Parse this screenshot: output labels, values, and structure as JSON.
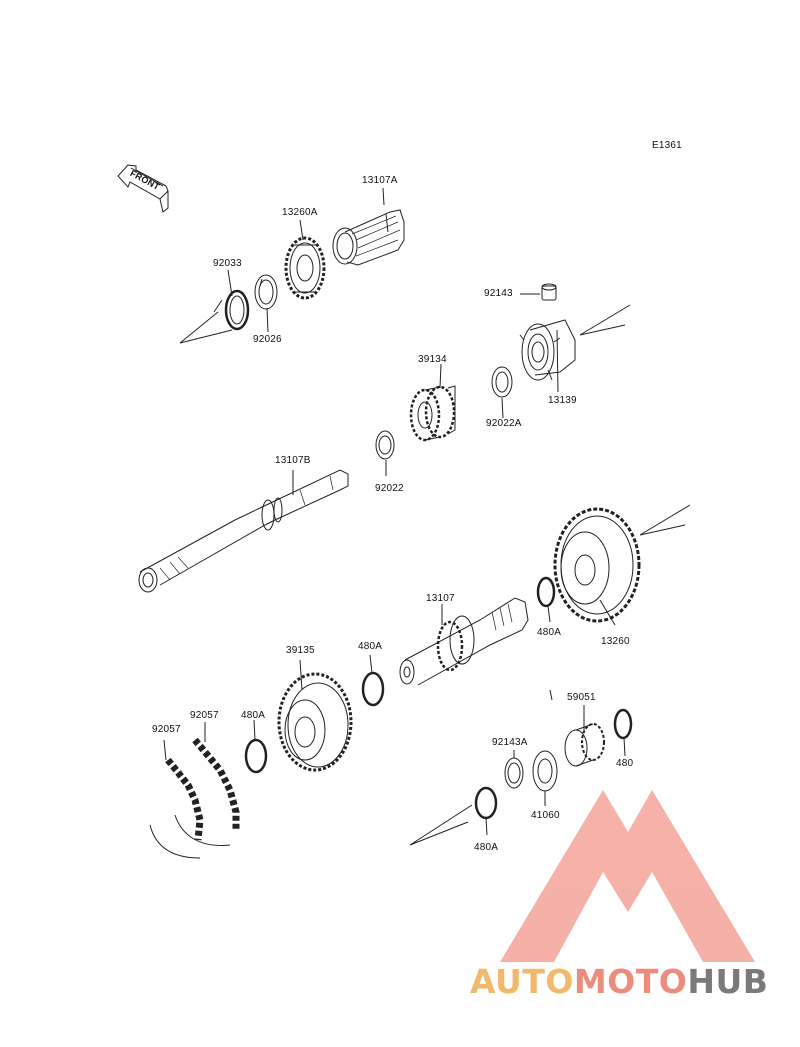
{
  "diagram_code": "E1361",
  "front_indicator": "FRONT",
  "parts": {
    "p13107A": "13107A",
    "p13260A": "13260A",
    "p92033": "92033",
    "p92026": "92026",
    "p92143": "92143",
    "p13139": "13139",
    "p39134": "39134",
    "p92022A": "92022A",
    "p92022": "92022",
    "p13107B": "13107B",
    "p13107": "13107",
    "p480A_1": "480A",
    "p13260": "13260",
    "p39135": "39135",
    "p480A_2": "480A",
    "p92057_1": "92057",
    "p92057_2": "92057",
    "p480A_3": "480A",
    "p59051": "59051",
    "p92143A": "92143A",
    "p480": "480",
    "p41060": "41060",
    "p480A_4": "480A"
  },
  "watermark": {
    "part1": "AUTO",
    "part2": "MOTO",
    "part3": "HUB",
    "colors": {
      "triangle": "#f4a49a",
      "auto": "#f2b86c",
      "moto": "#ec8c7c",
      "hub": "#7a7a7a"
    }
  }
}
